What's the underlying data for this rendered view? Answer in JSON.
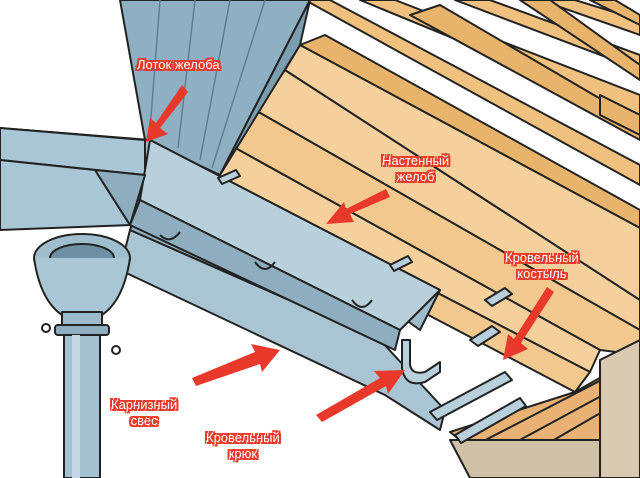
{
  "labels": {
    "gutter_tray": "Лоток желоба",
    "wall_gutter": {
      "line1": "Настенный",
      "line2": "желоб"
    },
    "roof_bracket": {
      "line1": "Кровельный",
      "line2": "костыль"
    },
    "eave_overhang": {
      "line1": "Карнизный",
      "line2": "свес"
    },
    "roof_hook": {
      "line1": "Кровельный",
      "line2": "крюк"
    }
  },
  "colors": {
    "callout_red": "#e8392a",
    "metal": "#8fb3c4",
    "wood": "#f2c98a"
  }
}
